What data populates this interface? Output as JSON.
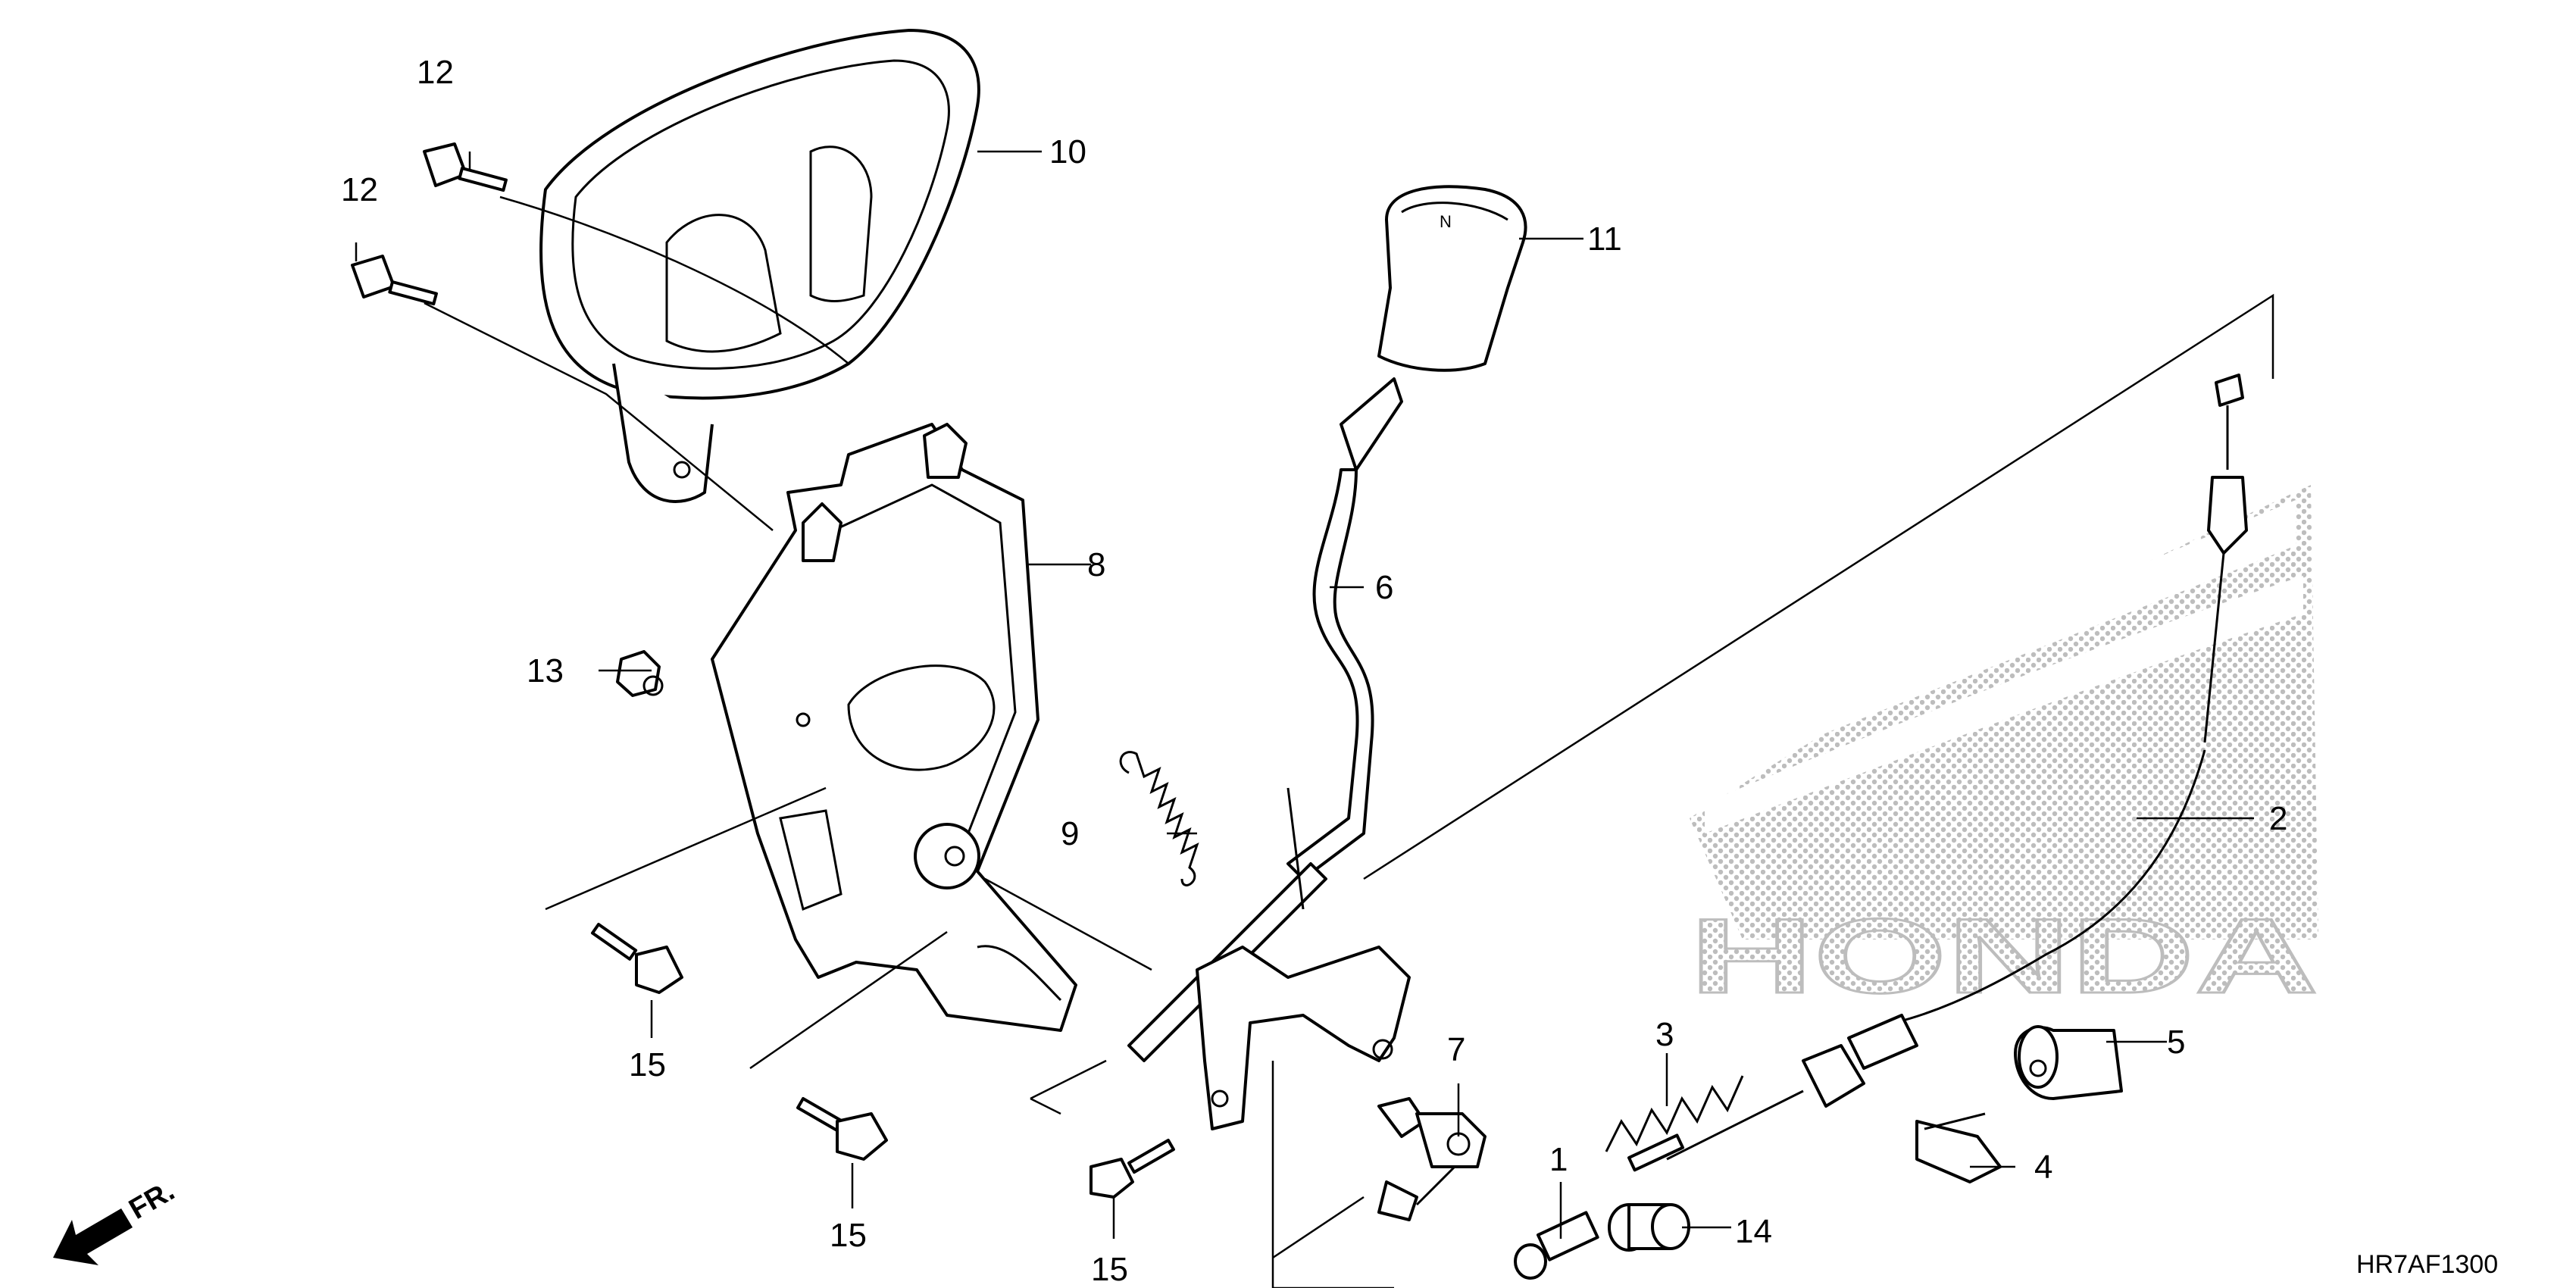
{
  "callouts": {
    "c1": "1",
    "c2": "2",
    "c3": "3",
    "c4": "4",
    "c5": "5",
    "c6": "6",
    "c7": "7",
    "c8": "8",
    "c9": "9",
    "c10": "10",
    "c11": "11",
    "c12a": "12",
    "c12b": "12",
    "c13": "13",
    "c14": "14",
    "c15a": "15",
    "c15b": "15",
    "c15c": "15"
  },
  "direction_label": "FR.",
  "diagram_code": "HR7AF1300",
  "watermark_text": "HONDA",
  "colors": {
    "line": "#000000",
    "background": "#ffffff",
    "watermark": "#bdbdbd"
  }
}
